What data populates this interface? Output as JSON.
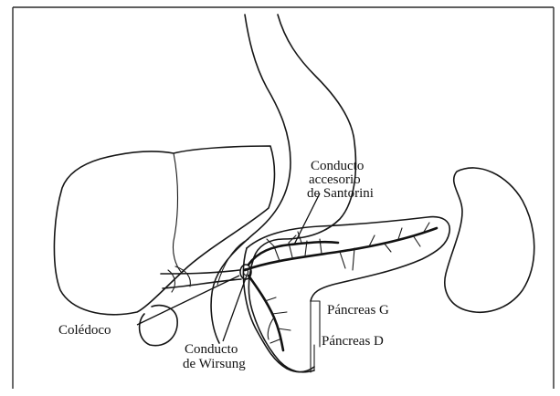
{
  "diagram": {
    "labels": {
      "santorini_line1": "Conducto",
      "santorini_line2": "accesorio",
      "santorini_line3": "de Santorini",
      "coledoco": "Colédoco",
      "wirsung_line1": "Conducto",
      "wirsung_line2": "de Wirsung",
      "pancreas_g": "Páncreas G",
      "pancreas_d": "Páncreas D"
    }
  }
}
